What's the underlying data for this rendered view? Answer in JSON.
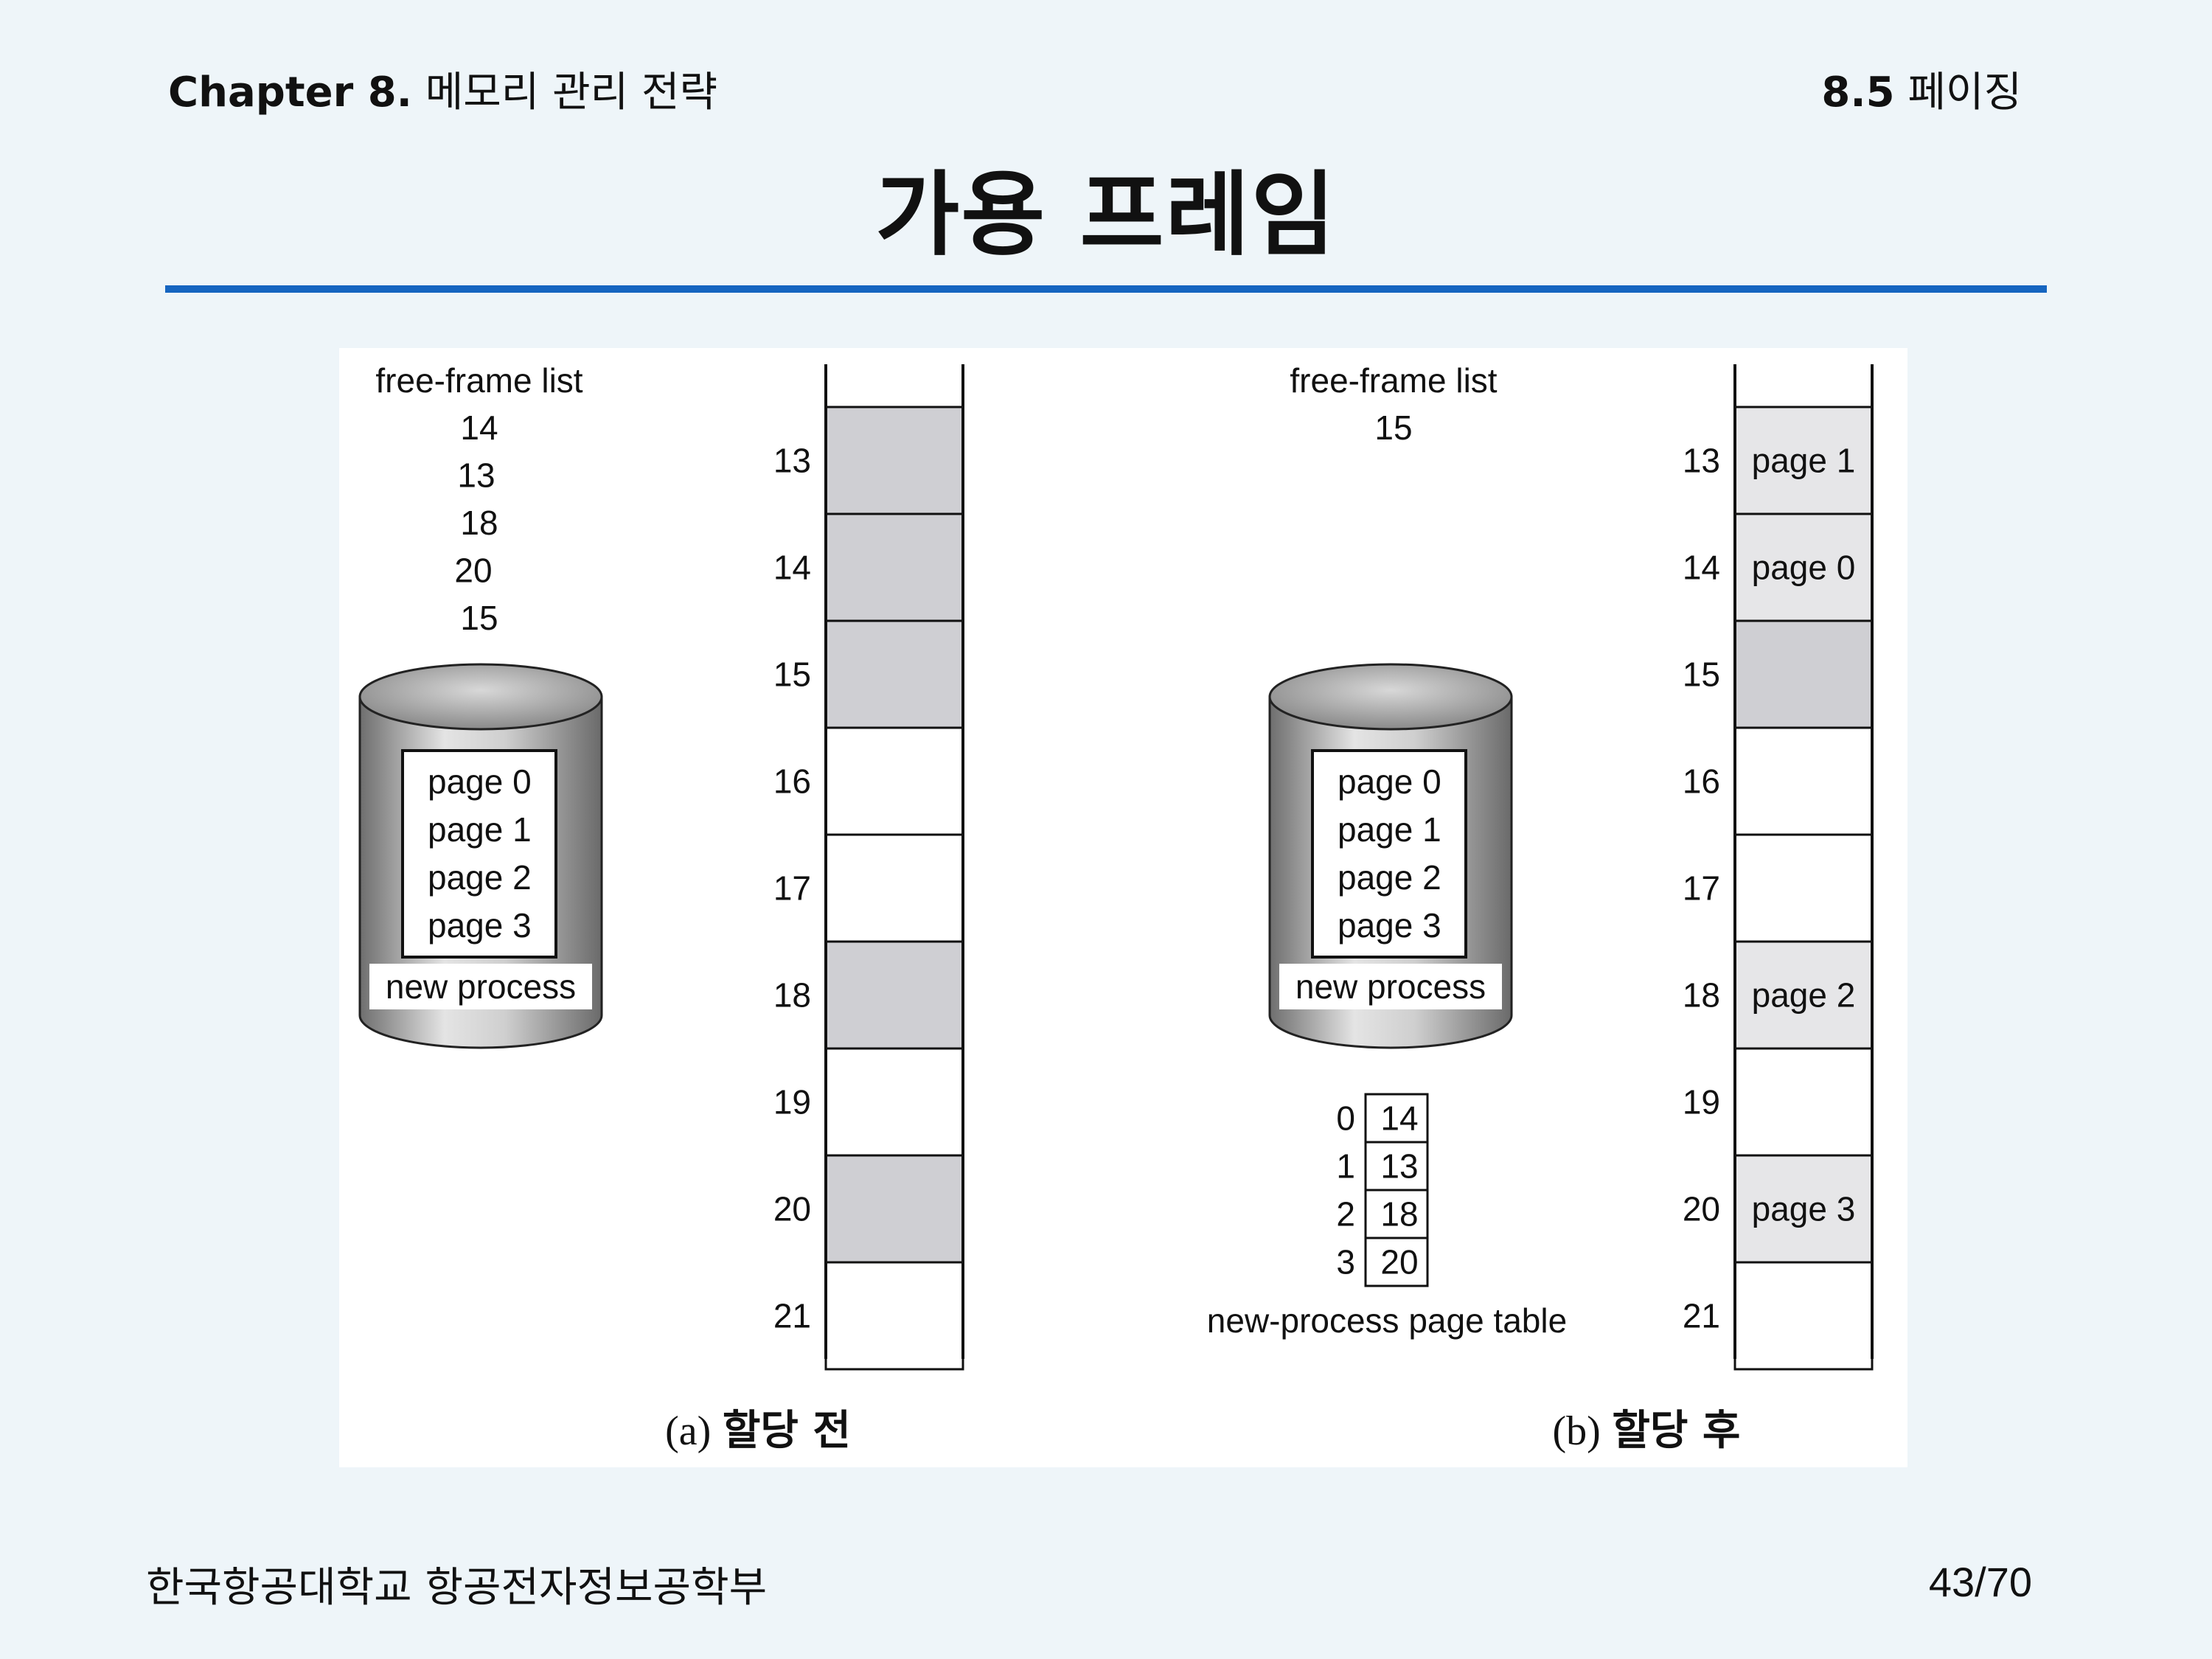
{
  "header": {
    "chapter_label": "Chapter 8.",
    "chapter_title": "메모리 관리 전략",
    "section_number": "8.5",
    "section_title": "페이징"
  },
  "title": "가용 프레임",
  "diagram": {
    "free_frame_list_label": "free-frame list",
    "before": {
      "free_frames": [
        "14",
        "13",
        "18",
        "20",
        "15"
      ],
      "frames": [
        {
          "num": "13",
          "shaded": true,
          "label": ""
        },
        {
          "num": "14",
          "shaded": true,
          "label": ""
        },
        {
          "num": "15",
          "shaded": true,
          "label": ""
        },
        {
          "num": "16",
          "shaded": false,
          "label": ""
        },
        {
          "num": "17",
          "shaded": false,
          "label": ""
        },
        {
          "num": "18",
          "shaded": true,
          "label": ""
        },
        {
          "num": "19",
          "shaded": false,
          "label": ""
        },
        {
          "num": "20",
          "shaded": true,
          "label": ""
        },
        {
          "num": "21",
          "shaded": false,
          "label": ""
        }
      ],
      "caption_letter": "(a)",
      "caption_text": "할당 전"
    },
    "after": {
      "free_frames": [
        "15"
      ],
      "frames": [
        {
          "num": "13",
          "shaded": false,
          "label": "page 1"
        },
        {
          "num": "14",
          "shaded": false,
          "label": "page 0"
        },
        {
          "num": "15",
          "shaded": true,
          "label": ""
        },
        {
          "num": "16",
          "shaded": false,
          "label": ""
        },
        {
          "num": "17",
          "shaded": false,
          "label": ""
        },
        {
          "num": "18",
          "shaded": false,
          "label": "page 2"
        },
        {
          "num": "19",
          "shaded": false,
          "label": ""
        },
        {
          "num": "20",
          "shaded": false,
          "label": "page 3"
        },
        {
          "num": "21",
          "shaded": false,
          "label": ""
        }
      ],
      "page_table": [
        {
          "index": "0",
          "frame": "14"
        },
        {
          "index": "1",
          "frame": "13"
        },
        {
          "index": "2",
          "frame": "18"
        },
        {
          "index": "3",
          "frame": "20"
        }
      ],
      "page_table_label": "new-process page table",
      "caption_letter": "(b)",
      "caption_text": "할당 후"
    },
    "process_pages": [
      "page 0",
      "page 1",
      "page 2",
      "page 3"
    ],
    "process_label": "new process",
    "colors": {
      "shaded_free": "#cfcfd3",
      "allocated": "#e6e6e8",
      "accent_rule": "#1565c0"
    }
  },
  "footer": {
    "school": "한국항공대학교 항공전자정보공학부",
    "page": "43/70"
  }
}
